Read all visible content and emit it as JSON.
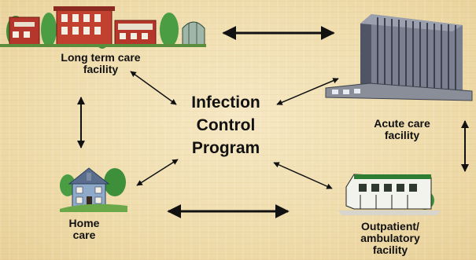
{
  "center": {
    "lines": [
      "Infection",
      "Control",
      "Program"
    ]
  },
  "nodes": {
    "long_term_care": {
      "label": "Long term care\nfacility"
    },
    "acute_care": {
      "label": "Acute care\nfacility"
    },
    "home_care": {
      "label": "Home\ncare"
    },
    "outpatient": {
      "label": "Outpatient/\nambulatory\nfacility"
    }
  },
  "colors": {
    "background": "#f0dfb0",
    "arrow": "#111111",
    "hospital_wall": "#6b7080",
    "building_red": "#b5372c",
    "tree_green": "#3e8f3a",
    "house_blue": "#8fa9c9"
  }
}
